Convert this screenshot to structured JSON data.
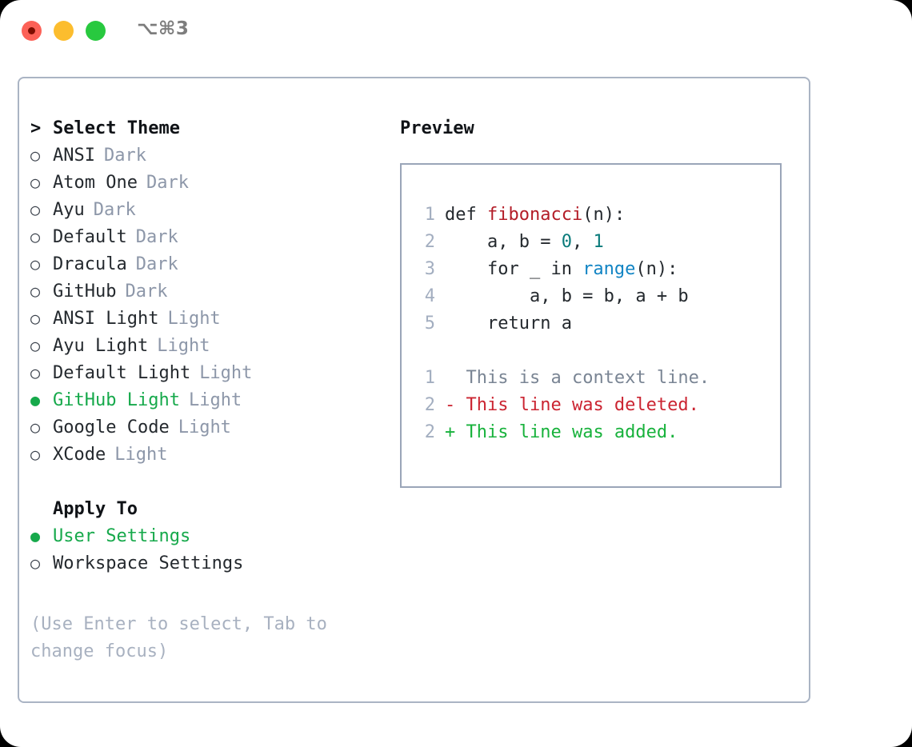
{
  "window": {
    "shortcut": "⌥⌘3",
    "traffic_lights": [
      "close-red",
      "minimize-yellow",
      "maximize-green"
    ]
  },
  "theme_list": {
    "prompt": ">",
    "header": "Select Theme",
    "selected_index": 9,
    "items": [
      {
        "bullet": "○",
        "name": "ANSI",
        "variant": "Dark",
        "selected": false
      },
      {
        "bullet": "○",
        "name": "Atom One",
        "variant": "Dark",
        "selected": false
      },
      {
        "bullet": "○",
        "name": "Ayu",
        "variant": "Dark",
        "selected": false
      },
      {
        "bullet": "○",
        "name": "Default",
        "variant": "Dark",
        "selected": false
      },
      {
        "bullet": "○",
        "name": "Dracula",
        "variant": "Dark",
        "selected": false
      },
      {
        "bullet": "○",
        "name": "GitHub",
        "variant": "Dark",
        "selected": false
      },
      {
        "bullet": "○",
        "name": "ANSI Light",
        "variant": "Light",
        "selected": false
      },
      {
        "bullet": "○",
        "name": "Ayu Light",
        "variant": "Light",
        "selected": false
      },
      {
        "bullet": "○",
        "name": "Default Light",
        "variant": "Light",
        "selected": false
      },
      {
        "bullet": "●",
        "name": "GitHub Light",
        "variant": "Light",
        "selected": true
      },
      {
        "bullet": "○",
        "name": "Google Code",
        "variant": "Light",
        "selected": false
      },
      {
        "bullet": "○",
        "name": "XCode",
        "variant": "Light",
        "selected": false
      }
    ]
  },
  "apply_to": {
    "header": "Apply To",
    "options": [
      {
        "bullet": "●",
        "name": "User Settings",
        "selected": true
      },
      {
        "bullet": "○",
        "name": "Workspace Settings",
        "selected": false
      }
    ]
  },
  "hint": "(Use Enter to select, Tab to change focus)",
  "preview": {
    "title": "Preview",
    "code_lines": [
      {
        "no": "1",
        "segments": [
          {
            "text": "def ",
            "token": "plain"
          },
          {
            "text": "fibonacci",
            "token": "fn"
          },
          {
            "text": "(n):",
            "token": "plain"
          }
        ]
      },
      {
        "no": "2",
        "segments": [
          {
            "text": "    a, b = ",
            "token": "plain"
          },
          {
            "text": "0",
            "token": "num"
          },
          {
            "text": ", ",
            "token": "plain"
          },
          {
            "text": "1",
            "token": "num"
          }
        ]
      },
      {
        "no": "3",
        "segments": [
          {
            "text": "    for _ in ",
            "token": "plain"
          },
          {
            "text": "range",
            "token": "call"
          },
          {
            "text": "(n):",
            "token": "plain"
          }
        ]
      },
      {
        "no": "4",
        "segments": [
          {
            "text": "        a, b = b, a + b",
            "token": "plain"
          }
        ]
      },
      {
        "no": "5",
        "segments": [
          {
            "text": "    return a",
            "token": "plain"
          }
        ]
      }
    ],
    "diff_lines": [
      {
        "no": "1",
        "marker": "  ",
        "text": "This is a context line.",
        "kind": "ctx"
      },
      {
        "no": "2",
        "marker": "- ",
        "text": "This line was deleted.",
        "kind": "del"
      },
      {
        "no": "2",
        "marker": "+ ",
        "text": "This line was added.",
        "kind": "add"
      }
    ]
  },
  "colors": {
    "accent_green": "#16a94b",
    "muted": "#8d97a9",
    "hint": "#a8b1c0",
    "border": "#aab4c4",
    "preview_border": "#9aa5b8",
    "lineno": "#a3aec0",
    "fn": "#b31d28",
    "num": "#0a7b7b",
    "call": "#1184c4",
    "diff_del": "#cb2431",
    "diff_add": "#18b23c",
    "diff_ctx": "#7a8594"
  }
}
